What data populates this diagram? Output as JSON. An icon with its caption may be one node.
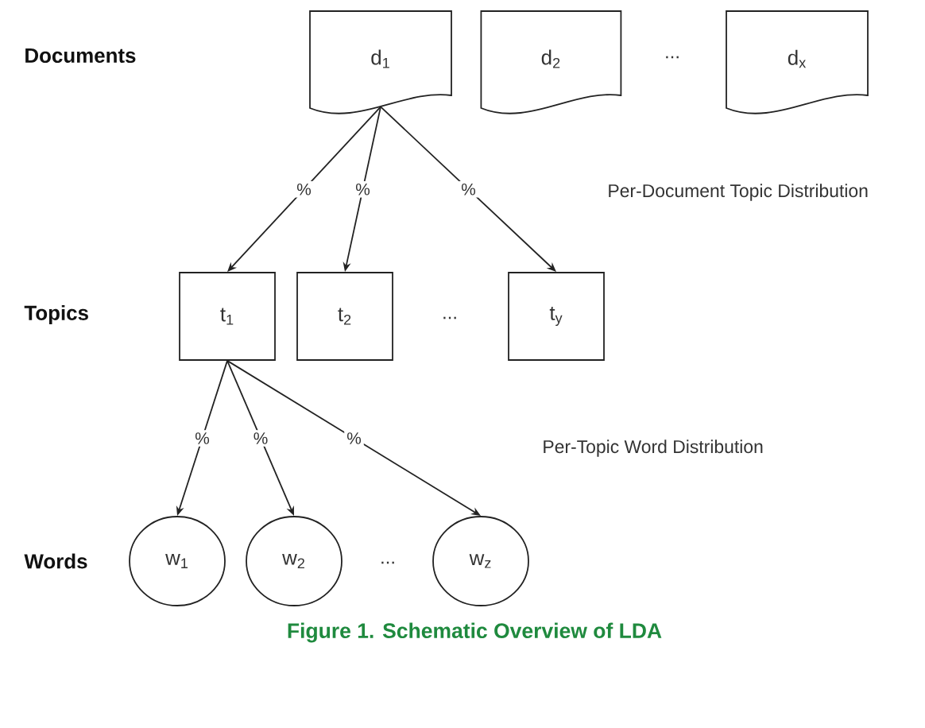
{
  "diagram": {
    "caption": "Figure 1. Schematic Overview of LDA",
    "nodes": [
      {
        "text": [
          "d$_{1}$"
        ]
      },
      {
        "text": [
          "d$_{2}$"
        ]
      },
      {
        "text": [
          "d$_{x}$"
        ]
      },
      {
        "text": [
          "t$_{1}$"
        ]
      },
      {
        "text": [
          "t$_{2}$"
        ]
      },
      {
        "text": [
          "t$_{y}$"
        ]
      },
      {
        "text": [
          "w$_{1}$"
        ]
      },
      {
        "text": [
          "w$_{2}$"
        ]
      },
      {
        "text": [
          "w$_{z}$"
        ]
      }
    ],
    "edges": [
      {
        "from": 0,
        "to": 3,
        "arrow": "to",
        "label": "%"
      },
      {
        "from": 0,
        "to": 4,
        "arrow": "to",
        "label": "%"
      },
      {
        "from": 0,
        "to": 5,
        "arrow": "to",
        "label": "%"
      },
      {
        "from": 3,
        "to": 6,
        "arrow": "to",
        "label": "%"
      },
      {
        "from": 3,
        "to": 7,
        "arrow": "to",
        "label": "%"
      },
      {
        "from": 3,
        "to": 8,
        "arrow": "to",
        "label": "%"
      }
    ],
    "labels": [
      "Documents",
      "...",
      "Per-Document Topic Distribution",
      "Topics",
      "...",
      "Per-Topic Word Distribution",
      "Words",
      "..."
    ]
  }
}
